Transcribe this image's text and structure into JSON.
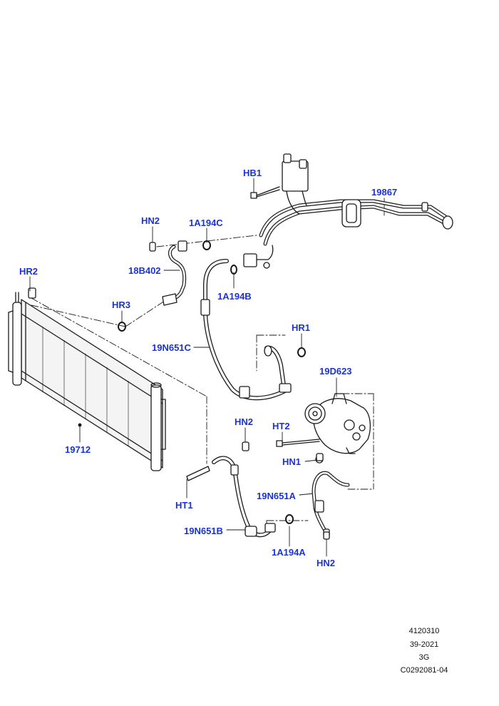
{
  "callouts": {
    "hb1": "HB1",
    "p19867": "19867",
    "hn2_top": "HN2",
    "p1a194c": "1A194C",
    "hr2": "HR2",
    "p18b402": "18B402",
    "p1a194b": "1A194B",
    "hr3": "HR3",
    "hr1": "HR1",
    "p19n651c": "19N651C",
    "p19d623": "19D623",
    "hn2_mid": "HN2",
    "ht2": "HT2",
    "p19712": "19712",
    "hn1": "HN1",
    "ht1": "HT1",
    "p19n651a": "19N651A",
    "p19n651b": "19N651B",
    "p1a194a": "1A194A",
    "hn2_bottom": "HN2"
  },
  "reference": {
    "line1": "4120310",
    "line2": "39-2021",
    "line3": "3G",
    "line4": "C0292081-04"
  },
  "colors": {
    "callout_text": "#1a33d6",
    "line_art": "#1a1a1a",
    "background": "#ffffff"
  }
}
